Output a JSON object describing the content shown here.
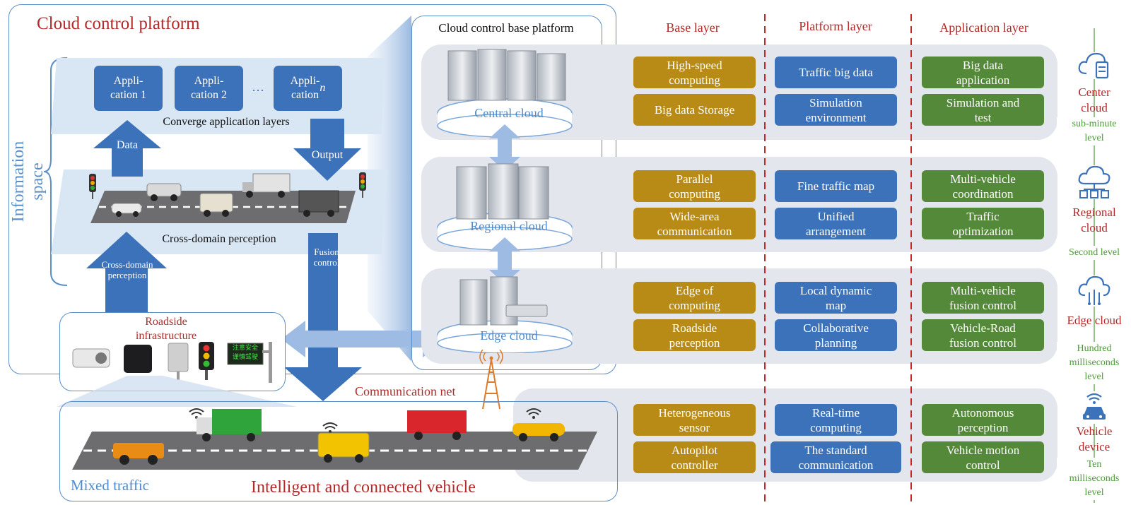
{
  "cloud_platform": {
    "title": "Cloud control platform",
    "information_space": "Information space",
    "applications": [
      "Appli-\ncation 1",
      "Appli-\ncation 2",
      "Appli-\ncation n"
    ],
    "ellipsis": "···",
    "converge_caption": "Converge application layers",
    "data_label": "Data",
    "output_label": "Output",
    "cross_domain_caption": "Cross-domain perception",
    "cross_domain_arrow_label": "Cross-domain\nperception",
    "fusion_control_label": "Fusion\ncontrol"
  },
  "roadside": {
    "title": "Roadside\ninfrastructure",
    "sign_text": "注意安全\n谨慎驾驶"
  },
  "communication_net": "Communication net",
  "vehicle_section": {
    "mixed_traffic": "Mixed traffic",
    "title": "Intelligent and connected vehicle"
  },
  "base_platform": {
    "title": "Cloud control base platform",
    "clouds": [
      "Central cloud",
      "Regional cloud",
      "Edge cloud"
    ]
  },
  "columns": [
    "Base layer",
    "Platform layer",
    "Application layer"
  ],
  "rows": [
    {
      "base": [
        "High-speed\ncomputing",
        "Big data Storage"
      ],
      "platform": [
        "Traffic big data",
        "Simulation\nenvironment"
      ],
      "application": [
        "Big data\napplication",
        "Simulation and\ntest"
      ],
      "side_label": "Center\ncloud",
      "latency": "sub-minute\nlevel",
      "icon": "cloud-server-icon"
    },
    {
      "base": [
        "Parallel\ncomputing",
        "Wide-area\ncommunication"
      ],
      "platform": [
        "Fine traffic map",
        "Unified\narrangement"
      ],
      "application": [
        "Multi-vehicle\ncoordination",
        "Traffic\noptimization"
      ],
      "side_label": "Regional\ncloud",
      "latency": "Second level",
      "icon": "cloud-network-icon"
    },
    {
      "base": [
        "Edge of\ncomputing",
        "Roadside\nperception"
      ],
      "platform": [
        "Local dynamic\nmap",
        "Collaborative\nplanning"
      ],
      "application": [
        "Multi-vehicle\nfusion control",
        "Vehicle-Road\nfusion control"
      ],
      "side_label": "Edge cloud",
      "latency": "Hundred\nmilliseconds\nlevel",
      "icon": "edge-cloud-icon"
    },
    {
      "base": [
        "Heterogeneous\nsensor",
        "Autopilot\ncontroller"
      ],
      "platform": [
        "Real-time\ncomputing",
        "The standard\ncommunication"
      ],
      "application": [
        "Autonomous\nperception",
        "Vehicle motion\ncontrol"
      ],
      "side_label": "Vehicle\ndevice",
      "latency": "Ten\nmilliseconds\nlevel",
      "icon": "connected-car-icon"
    }
  ],
  "colors": {
    "gold": "#b88b16",
    "blue": "#3c72b9",
    "green": "#55893a",
    "red_title": "#b22a2a",
    "light_blue": "#d9e7f5"
  }
}
